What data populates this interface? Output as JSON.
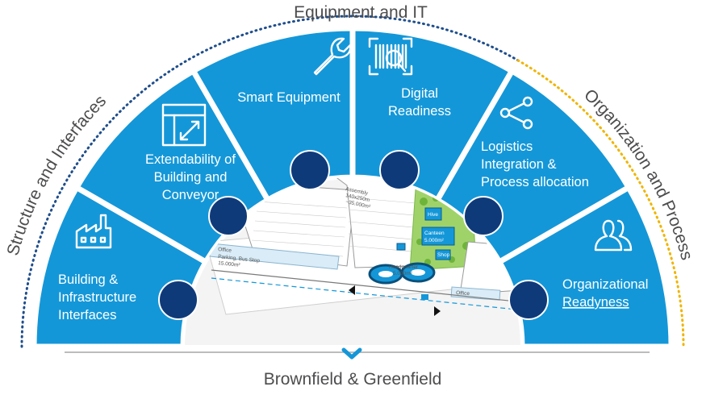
{
  "arc_labels": {
    "top": "Equipment and IT",
    "left": "Structure and Interfaces",
    "right": "Organization and Process"
  },
  "segments": [
    {
      "lines": [
        "Building &",
        "Infrastructure",
        "Interfaces"
      ],
      "icon": "factory-icon"
    },
    {
      "lines": [
        "Extendability of",
        "Building and",
        "Conveyor"
      ],
      "icon": "expand-layout-icon"
    },
    {
      "lines": [
        "Smart Equipment"
      ],
      "icon": "wrench-icon"
    },
    {
      "lines": [
        "Digital",
        "Readiness"
      ],
      "icon": "barcode-scan-icon"
    },
    {
      "lines": [
        "Logistics",
        "Integration &",
        "Process allocation"
      ],
      "icon": "share-network-icon"
    },
    {
      "lines": [
        "Organizational",
        "Readyness"
      ],
      "icon": "people-icon"
    }
  ],
  "center_map": {
    "assembly": "Assembly",
    "assembly_area_1": "140x250m",
    "assembly_area_2": "~35.000m²",
    "office_left": "Office",
    "parking": "Parking, Bus Stop",
    "parking_area": "15.000m²",
    "canteen": "Canteen",
    "canteen_area": "5.000m²",
    "hive": "Hive",
    "shop": "Shop",
    "headquarter": "Headquarter",
    "headquarter_area": "5.000m²",
    "office_right": "Office"
  },
  "bottom": {
    "label": "Brownfield & Greenfield",
    "icon": "chevron-down-icon"
  },
  "colors": {
    "segment": "#1497d8",
    "dot": "#0f3a7a",
    "dotted_left_top": "#1f4e8c",
    "dotted_right": "#f0b400",
    "text_gray": "#4d4d4f"
  }
}
